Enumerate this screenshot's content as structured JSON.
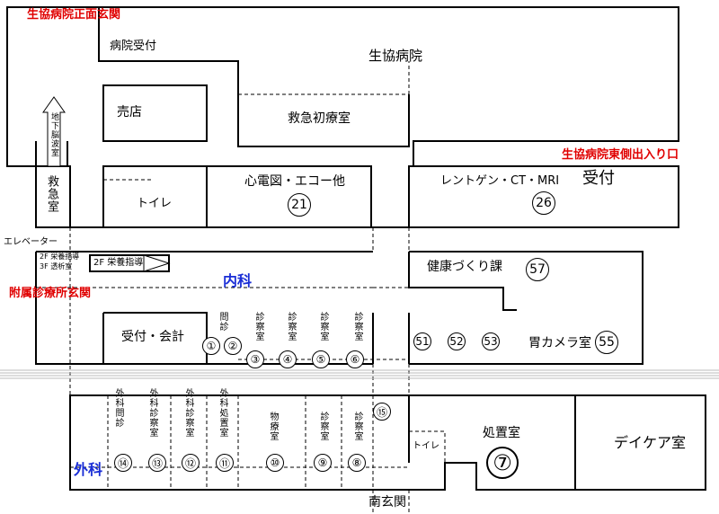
{
  "building": {
    "title": "生協病院",
    "main_entrance": "生協病院正面玄関",
    "east_entrance": "生協病院東側出入り口",
    "annex_entrance": "附属診療所玄関",
    "south_entrance": "南玄関"
  },
  "floor_guide": {
    "elevator": "エレベーター",
    "line_2f": "2F 栄養指導",
    "line_3f": "3F 透析室",
    "arrow_2f": "2F 栄養指導"
  },
  "departments": {
    "internal_medicine": "内科",
    "surgery": "外科"
  },
  "rooms": {
    "hospital_reception": "病院受付",
    "shop": "売店",
    "emergency_room": "救急初療室",
    "underground_eeg": "地下脳波室",
    "emergency_room_v": "救急室",
    "toilet_1": "トイレ",
    "ecg_echo": "心電図・エコー他",
    "xray": "レントゲン・CT・MRI",
    "reception": "受付",
    "health_dept": "健康づくり課",
    "clinic_reception": "受付・会計",
    "gastro_camera": "胃カメラ室",
    "treatment": "処置室",
    "day_care": "デイケア室",
    "toilet_2": "トイレ",
    "interview": "問診",
    "exam_1": "診察室",
    "exam_2": "診察室",
    "exam_3": "診察室",
    "exam_4": "診察室",
    "surg_interview": "外科問診",
    "surg_exam_1": "外科診察室",
    "surg_exam_2": "外科診察室",
    "surg_treatment": "外科処置室",
    "physio": "物療室",
    "exam_9": "診察室",
    "exam_8": "診察室"
  },
  "numbers": {
    "n1": "①",
    "n2": "②",
    "n3": "③",
    "n4": "④",
    "n5": "⑤",
    "n6": "⑥",
    "n7": "⑦",
    "n8": "⑧",
    "n9": "⑨",
    "n10": "⑩",
    "n11": "⑪",
    "n12": "⑫",
    "n13": "⑬",
    "n14": "⑭",
    "n15": "⑮",
    "n21": "21",
    "n26": "26",
    "n51": "51",
    "n52": "52",
    "n53": "53",
    "n55": "55",
    "n57": "57"
  }
}
